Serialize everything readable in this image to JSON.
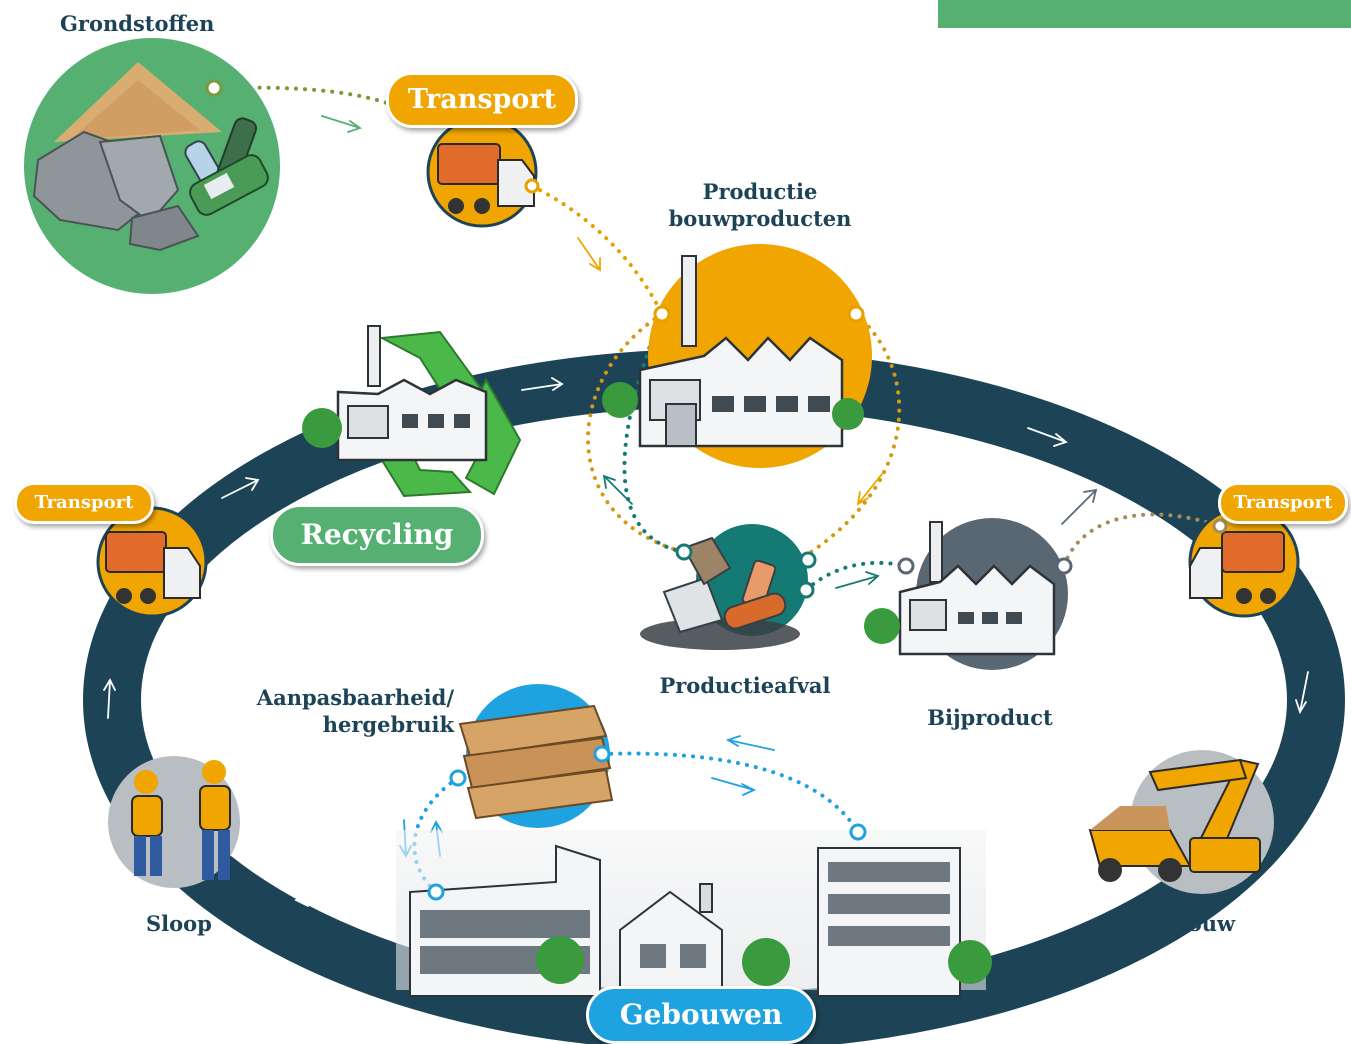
{
  "labels": {
    "grondstoffen": "Grondstoffen",
    "transport_top": "Transport",
    "productie_line1": "Productie",
    "productie_line2": "bouwproducten",
    "recycling": "Recycling",
    "transport_left": "Transport",
    "transport_right": "Transport",
    "productieafval": "Productieafval",
    "bijproduct": "Bijproduct",
    "aanpasbaarheid_line1": "Aanpasbaarheid/",
    "aanpasbaarheid_line2": "hergebruik",
    "sloop": "Sloop",
    "bouw": "Bouw",
    "gebouwen": "Gebouwen"
  },
  "icons": {
    "grondstoffen": "raw-materials-icon",
    "transport": "truck-icon",
    "productie": "factory-icon",
    "recycling": "recycling-icon",
    "productieafval": "waste-icon",
    "bijproduct": "factory-icon",
    "aanpasbaarheid": "wood-planks-icon",
    "sloop": "workers-icon",
    "bouw": "excavator-icon",
    "gebouwen": "buildings-icon"
  },
  "colors": {
    "ring": "#1d4456",
    "orange": "#f0a500",
    "green": "#55b072",
    "blue": "#1ea2e0",
    "teal": "#167a74",
    "slate": "#596773",
    "label_text": "#1d4456"
  }
}
